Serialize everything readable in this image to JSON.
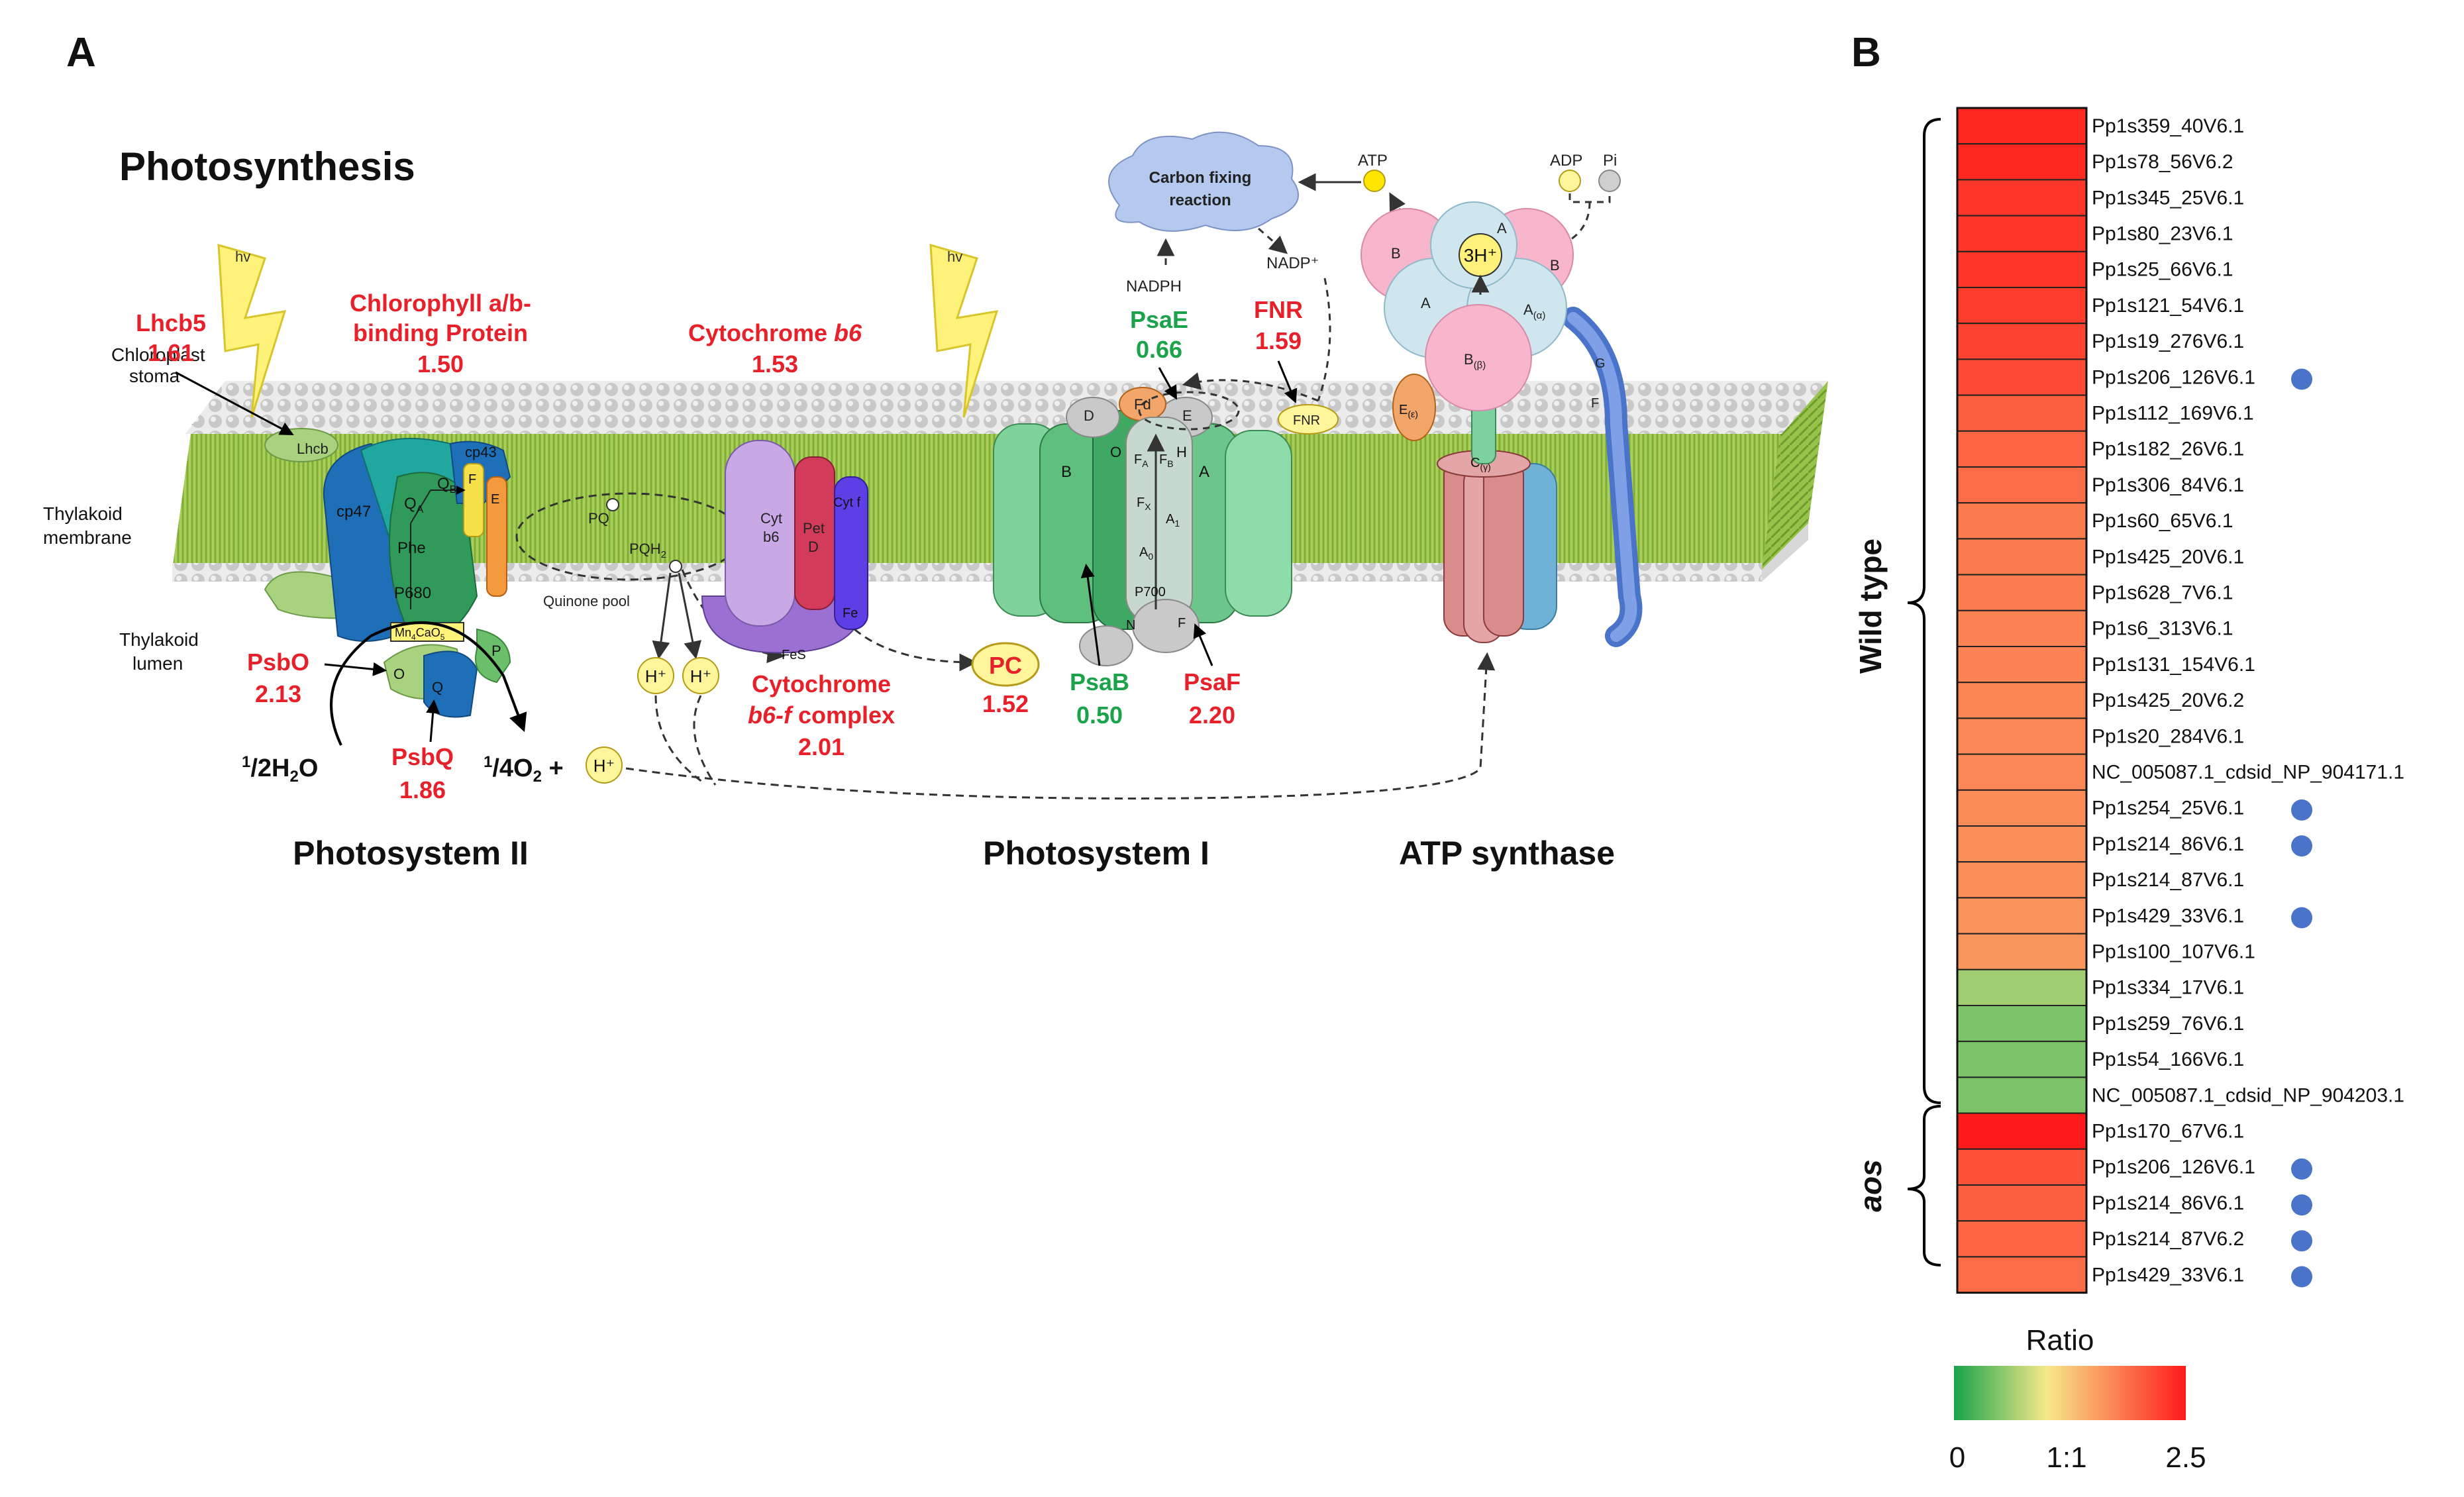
{
  "panel_a": {
    "panel_letter": "A",
    "title": "Photosynthesis",
    "light": "hv",
    "labels": {
      "chloroplast_stoma_1": "Chloroplast",
      "chloroplast_stoma_2": "stoma",
      "thylakoid_membrane_1": "Thylakoid",
      "thylakoid_membrane_2": "membrane",
      "thylakoid_lumen_1": "Thylakoid",
      "thylakoid_lumen_2": "lumen",
      "quinone_pool": "Quinone pool",
      "pq": "PQ",
      "pqh2": "PQH",
      "pqh2_sub": "2",
      "h_plus": "H⁺",
      "h2o_pre": "1",
      "h2o_main": "/",
      "h2o_text": "2H",
      "h2o_sub": "2",
      "h2o_post": "O",
      "o2_pre": "1",
      "o2_text": "/4O",
      "o2_sub": "2",
      "o2_post": " +",
      "nadph": "NADPH",
      "nadp": "NADP⁺",
      "atp": "ATP",
      "adp": "ADP",
      "pi": "Pi",
      "carbon_1": "Carbon fixing",
      "carbon_2": "reaction",
      "three_h": "3H⁺"
    },
    "complex_labels": {
      "photosystem_ii": "Photosystem II",
      "photosystem_i": "Photosystem I",
      "atp_synthase": "ATP synthase"
    },
    "subunits": {
      "lhcb": "Lhcb",
      "cp47": "cp47",
      "cp43": "cp43",
      "qa": "Q",
      "qa_sub": "A",
      "qb": "Q",
      "qb_sub": "B",
      "f": "F",
      "e": "E",
      "phe": "Phe",
      "p680": "P680",
      "mn": "Mn",
      "mn_sub1": "4",
      "mn_mid": "CaO",
      "mn_sub2": "5",
      "o": "O",
      "q": "Q",
      "p": "P",
      "cyt_b6_1": "Cyt",
      "cyt_b6_2": "b6",
      "pet_1": "Pet",
      "pet_2": "D",
      "cyt_f": "Cyt f",
      "fe": "Fe",
      "fes": "FeS",
      "psi_d": "D",
      "psi_e": "E",
      "fd": "Fd",
      "psi_b": "B",
      "psi_a": "A",
      "psi_o": "O",
      "psi_h": "H",
      "fa": "F",
      "fa_sub": "A",
      "fb": "F",
      "fb_sub": "B",
      "fx": "F",
      "fx_sub": "X",
      "a1": "A",
      "a1_sub": "1",
      "a0": "A",
      "a0_sub": "0",
      "p700": "P700",
      "psi_n": "N",
      "psi_f": "F",
      "fnr": "FNR",
      "atp_a": "A",
      "atp_b": "B",
      "atp_a_alpha": "A",
      "atp_a_alpha_sub": "(α)",
      "atp_b_beta": "B",
      "atp_b_beta_sub": "(β)",
      "atp_e": "E",
      "atp_e_sub": "(ε)",
      "atp_c": "C",
      "atp_c_sub": "(γ)",
      "atp_g": "G",
      "atp_f": "F"
    },
    "proteins": [
      {
        "name": "Lhcb5",
        "value": "1.61",
        "color": "#e8202a"
      },
      {
        "name_1": "Chlorophyll a/b-",
        "name_2": "binding Protein",
        "value": "1.50",
        "color": "#e8202a"
      },
      {
        "name_1": "Cytochrome ",
        "name_italic": "b6",
        "value": "1.53",
        "color": "#e8202a"
      },
      {
        "name": "PsaE",
        "value": "0.66",
        "color": "#1aa34a"
      },
      {
        "name": "FNR",
        "value": "1.59",
        "color": "#e8202a"
      },
      {
        "name": "PsbO",
        "value": "2.13",
        "color": "#e8202a"
      },
      {
        "name": "PsbQ",
        "value": "1.86",
        "color": "#e8202a"
      },
      {
        "name_1": "Cytochrome",
        "name_italic": "b6-f",
        "name_2": " complex",
        "value": "2.01",
        "color": "#e8202a"
      },
      {
        "name": "PC",
        "value": "1.52",
        "color": "#e8202a"
      },
      {
        "name": "PsaB",
        "value": "0.50",
        "color": "#1aa34a"
      },
      {
        "name": "PsaF",
        "value": "2.20",
        "color": "#e8202a"
      }
    ]
  },
  "panel_b": {
    "panel_letter": "B",
    "group_wild_type": "Wild type",
    "group_aos": "aos",
    "legend": {
      "title": "Ratio",
      "min": "0",
      "mid": "1:1",
      "max": "2.5",
      "colors": [
        "#1aa34a",
        "#f7e98a",
        "#ff1a1a"
      ]
    },
    "chart_data": {
      "type": "heatmap",
      "value_range": [
        0,
        2.5
      ],
      "rows": [
        {
          "group": "Wild type",
          "label": "Pp1s359_40V6.1",
          "value": 2.4,
          "marked": false
        },
        {
          "group": "Wild type",
          "label": "Pp1s78_56V6.2",
          "value": 2.4,
          "marked": false
        },
        {
          "group": "Wild type",
          "label": "Pp1s345_25V6.1",
          "value": 2.3,
          "marked": false
        },
        {
          "group": "Wild type",
          "label": "Pp1s80_23V6.1",
          "value": 2.3,
          "marked": false
        },
        {
          "group": "Wild type",
          "label": "Pp1s25_66V6.1",
          "value": 2.3,
          "marked": false
        },
        {
          "group": "Wild type",
          "label": "Pp1s121_54V6.1",
          "value": 2.25,
          "marked": false
        },
        {
          "group": "Wild type",
          "label": "Pp1s19_276V6.1",
          "value": 2.2,
          "marked": false
        },
        {
          "group": "Wild type",
          "label": "Pp1s206_126V6.1",
          "value": 2.15,
          "marked": true
        },
        {
          "group": "Wild type",
          "label": "Pp1s112_169V6.1",
          "value": 2.0,
          "marked": false
        },
        {
          "group": "Wild type",
          "label": "Pp1s182_26V6.1",
          "value": 1.95,
          "marked": false
        },
        {
          "group": "Wild type",
          "label": "Pp1s306_84V6.1",
          "value": 1.9,
          "marked": false
        },
        {
          "group": "Wild type",
          "label": "Pp1s60_65V6.1",
          "value": 1.8,
          "marked": false
        },
        {
          "group": "Wild type",
          "label": "Pp1s425_20V6.1",
          "value": 1.8,
          "marked": false
        },
        {
          "group": "Wild type",
          "label": "Pp1s628_7V6.1",
          "value": 1.78,
          "marked": false
        },
        {
          "group": "Wild type",
          "label": "Pp1s6_313V6.1",
          "value": 1.75,
          "marked": false
        },
        {
          "group": "Wild type",
          "label": "Pp1s131_154V6.1",
          "value": 1.75,
          "marked": false
        },
        {
          "group": "Wild type",
          "label": "Pp1s425_20V6.2",
          "value": 1.72,
          "marked": false
        },
        {
          "group": "Wild type",
          "label": "Pp1s20_284V6.1",
          "value": 1.7,
          "marked": false
        },
        {
          "group": "Wild type",
          "label": "NC_005087.1_cdsid_NP_904171.1",
          "value": 1.7,
          "marked": false
        },
        {
          "group": "Wild type",
          "label": "Pp1s254_25V6.1",
          "value": 1.68,
          "marked": true
        },
        {
          "group": "Wild type",
          "label": "Pp1s214_86V6.1",
          "value": 1.65,
          "marked": true
        },
        {
          "group": "Wild type",
          "label": "Pp1s214_87V6.1",
          "value": 1.65,
          "marked": false
        },
        {
          "group": "Wild type",
          "label": "Pp1s429_33V6.1",
          "value": 1.62,
          "marked": true
        },
        {
          "group": "Wild type",
          "label": "Pp1s100_107V6.1",
          "value": 1.6,
          "marked": false
        },
        {
          "group": "Wild type",
          "label": "Pp1s334_17V6.1",
          "value": 0.6,
          "marked": false
        },
        {
          "group": "Wild type",
          "label": "Pp1s259_76V6.1",
          "value": 0.45,
          "marked": false
        },
        {
          "group": "Wild type",
          "label": "Pp1s54_166V6.1",
          "value": 0.45,
          "marked": false
        },
        {
          "group": "Wild type",
          "label": "NC_005087.1_cdsid_NP_904203.1",
          "value": 0.45,
          "marked": false
        },
        {
          "group": "aos",
          "label": "Pp1s170_67V6.1",
          "value": 2.5,
          "marked": false
        },
        {
          "group": "aos",
          "label": "Pp1s206_126V6.1",
          "value": 2.1,
          "marked": true
        },
        {
          "group": "aos",
          "label": "Pp1s214_86V6.1",
          "value": 2.0,
          "marked": true
        },
        {
          "group": "aos",
          "label": "Pp1s214_87V6.2",
          "value": 1.95,
          "marked": true
        },
        {
          "group": "aos",
          "label": "Pp1s429_33V6.1",
          "value": 1.9,
          "marked": true
        }
      ]
    }
  }
}
